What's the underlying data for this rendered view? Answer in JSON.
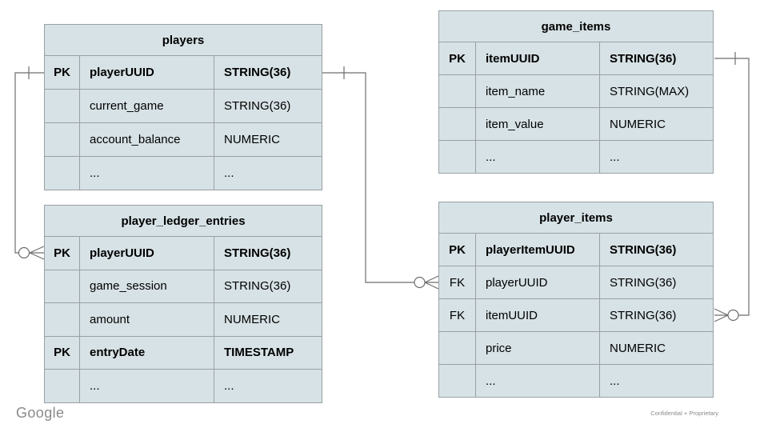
{
  "colors": {
    "cell_fill": "#d7e2e6",
    "grid_line": "#9aa0a2",
    "connector_line": "#6e6e6e",
    "text": "#000000",
    "footer_text": "#8a8a8a"
  },
  "footer": {
    "logo": "Google",
    "note": "Confidential + Proprietary"
  },
  "tables": [
    {
      "title": "players",
      "rows": [
        {
          "key": "PK",
          "name": "playerUUID",
          "type": "STRING(36)",
          "emphasis": true
        },
        {
          "key": "",
          "name": "current_game",
          "type": "STRING(36)",
          "emphasis": false
        },
        {
          "key": "",
          "name": "account_balance",
          "type": "NUMERIC",
          "emphasis": false
        },
        {
          "key": "",
          "name": "...",
          "type": "...",
          "emphasis": false
        }
      ]
    },
    {
      "title": "game_items",
      "rows": [
        {
          "key": "PK",
          "name": "itemUUID",
          "type": "STRING(36)",
          "emphasis": true
        },
        {
          "key": "",
          "name": "item_name",
          "type": "STRING(MAX)",
          "emphasis": false
        },
        {
          "key": "",
          "name": "item_value",
          "type": "NUMERIC",
          "emphasis": false
        },
        {
          "key": "",
          "name": "...",
          "type": "...",
          "emphasis": false
        }
      ]
    },
    {
      "title": "player_ledger_entries",
      "rows": [
        {
          "key": "PK",
          "name": "playerUUID",
          "type": "STRING(36)",
          "emphasis": true
        },
        {
          "key": "",
          "name": "game_session",
          "type": "STRING(36)",
          "emphasis": false
        },
        {
          "key": "",
          "name": "amount",
          "type": "NUMERIC",
          "emphasis": false
        },
        {
          "key": "PK",
          "name": "entryDate",
          "type": "TIMESTAMP",
          "emphasis": true
        },
        {
          "key": "",
          "name": "...",
          "type": "...",
          "emphasis": false
        }
      ]
    },
    {
      "title": "player_items",
      "rows": [
        {
          "key": "PK",
          "name": "playerItemUUID",
          "type": "STRING(36)",
          "emphasis": true
        },
        {
          "key": "FK",
          "name": "playerUUID",
          "type": "STRING(36)",
          "emphasis": false
        },
        {
          "key": "FK",
          "name": "itemUUID",
          "type": "STRING(36)",
          "emphasis": false
        },
        {
          "key": "",
          "name": "price",
          "type": "NUMERIC",
          "emphasis": false
        },
        {
          "key": "",
          "name": "...",
          "type": "...",
          "emphasis": false
        }
      ]
    }
  ],
  "relationships": [
    {
      "from_table": "players",
      "from_cardinality": "one",
      "to_table": "player_ledger_entries",
      "to_cardinality": "zero-or-many"
    },
    {
      "from_table": "players",
      "from_cardinality": "one",
      "to_table": "player_items",
      "to_cardinality": "zero-or-many"
    },
    {
      "from_table": "game_items",
      "from_cardinality": "one",
      "to_table": "player_items",
      "to_cardinality": "zero-or-many"
    }
  ]
}
